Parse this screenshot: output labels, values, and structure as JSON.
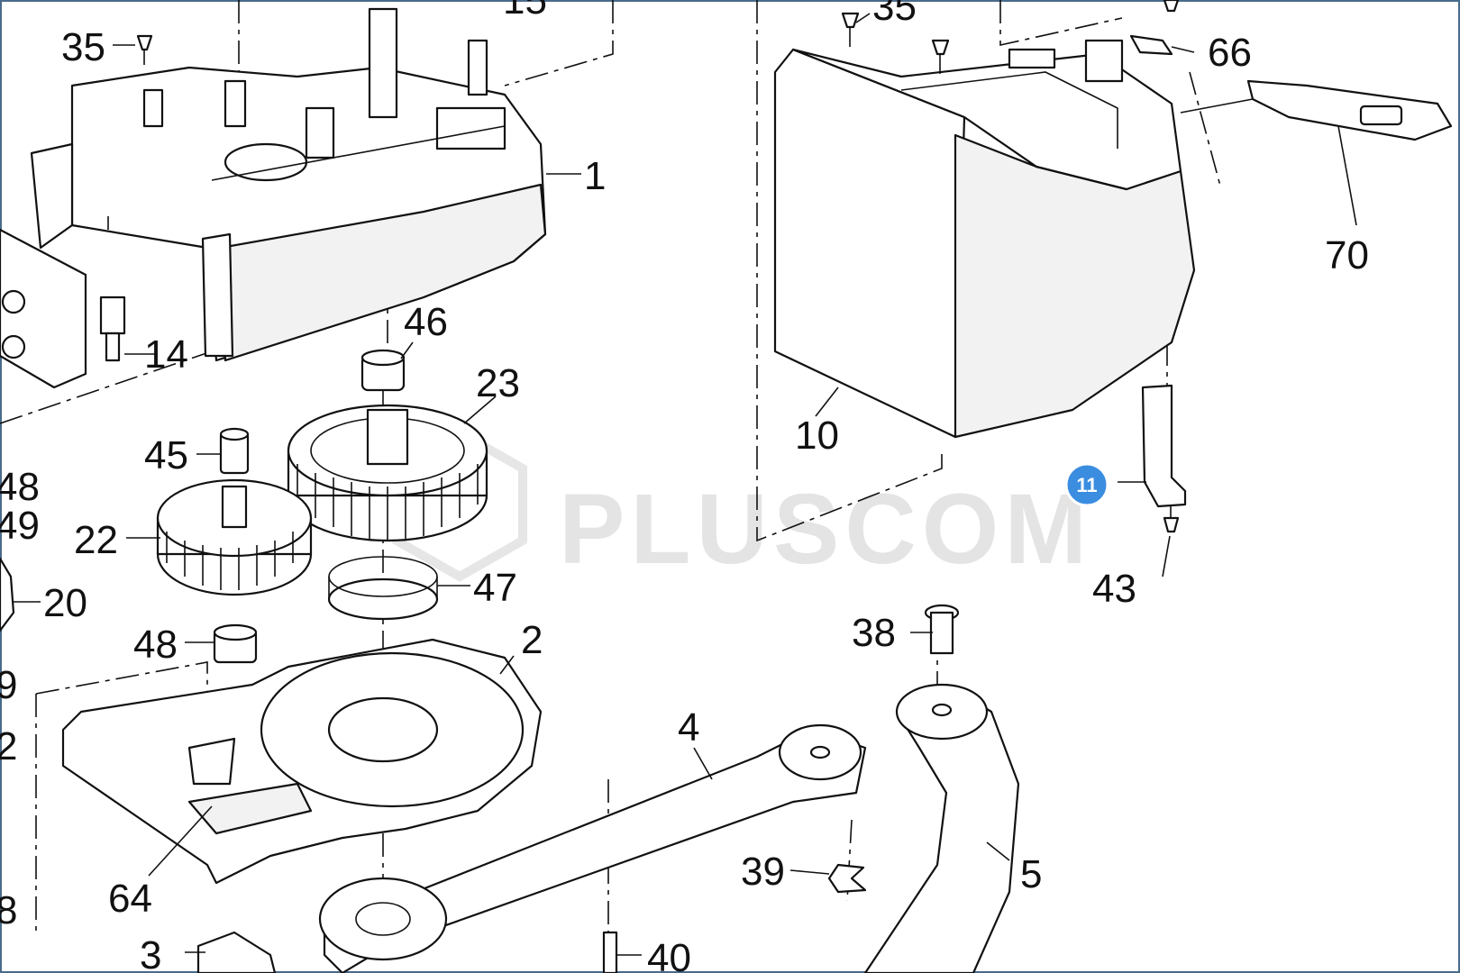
{
  "watermark": "PLUSCOM",
  "highlight": {
    "label": "11",
    "color": "#3b8de0"
  },
  "callouts": {
    "c35a": "35",
    "c35b": "35",
    "c15": "15",
    "c66": "66",
    "c1": "1",
    "c70": "70",
    "c14": "14",
    "c46": "46",
    "c23": "23",
    "c10": "10",
    "c45": "45",
    "c48a": "48",
    "c49a": "49",
    "c22": "22",
    "c20": "20",
    "c47": "47",
    "c43": "43",
    "c38": "38",
    "c48b": "48",
    "c2": "2",
    "c9": "9",
    "c12": "2",
    "c4": "4",
    "c39": "39",
    "c5": "5",
    "c64": "64",
    "c3": "3",
    "c40": "40",
    "c8": "8"
  },
  "colors": {
    "line": "#111111",
    "frame": "#4a6a8a",
    "badge": "#3b8de0"
  }
}
